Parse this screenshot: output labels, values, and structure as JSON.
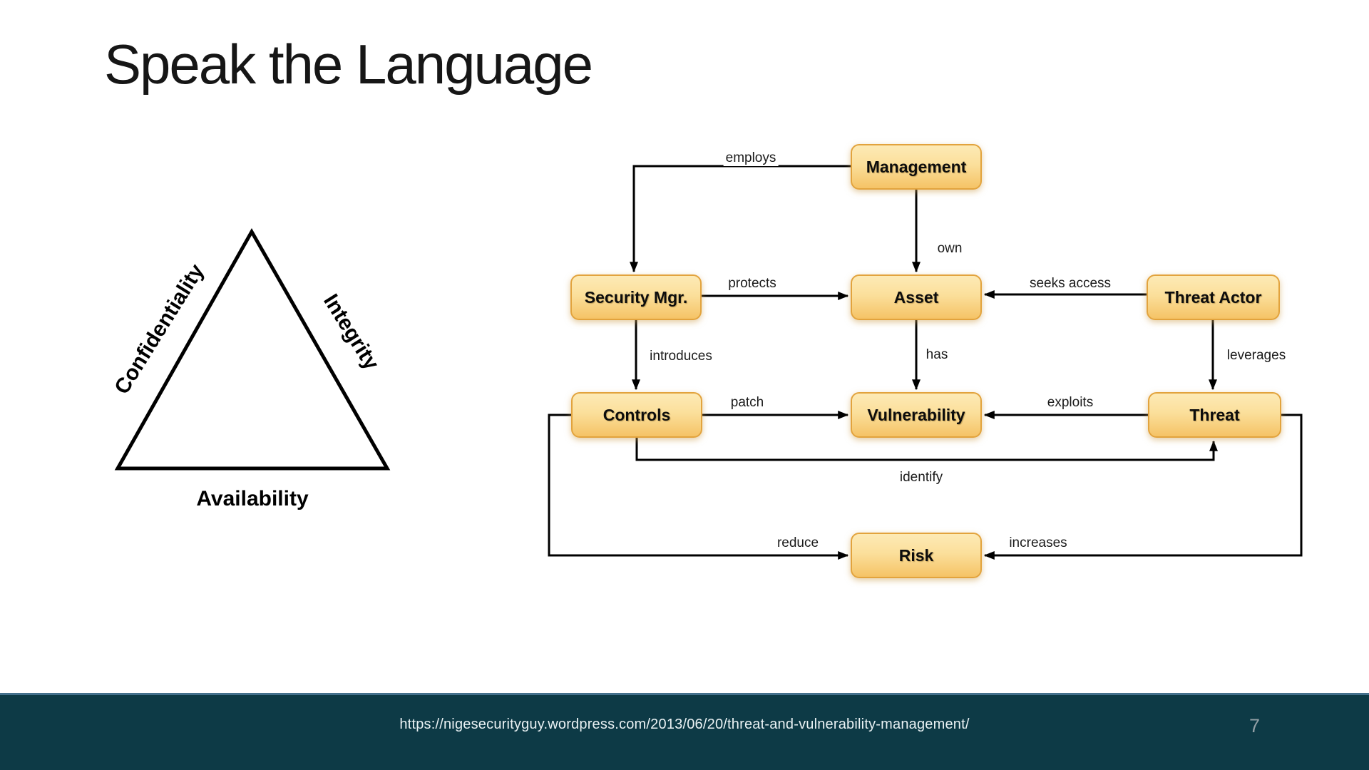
{
  "slide": {
    "title": "Speak the Language"
  },
  "cia_triangle": {
    "left_label": "Confidentiality",
    "right_label": "Integrity",
    "bottom_label": "Availability"
  },
  "diagram": {
    "nodes": [
      {
        "id": "management",
        "label": "Management"
      },
      {
        "id": "security-mgr",
        "label": "Security Mgr."
      },
      {
        "id": "asset",
        "label": "Asset"
      },
      {
        "id": "threat-actor",
        "label": "Threat Actor"
      },
      {
        "id": "controls",
        "label": "Controls"
      },
      {
        "id": "vulnerability",
        "label": "Vulnerability"
      },
      {
        "id": "threat",
        "label": "Threat"
      },
      {
        "id": "risk",
        "label": "Risk"
      }
    ],
    "edges": [
      {
        "from": "management",
        "to": "security-mgr",
        "label": "employs"
      },
      {
        "from": "management",
        "to": "asset",
        "label": "own"
      },
      {
        "from": "security-mgr",
        "to": "asset",
        "label": "protects"
      },
      {
        "from": "threat-actor",
        "to": "asset",
        "label": "seeks access"
      },
      {
        "from": "security-mgr",
        "to": "controls",
        "label": "introduces"
      },
      {
        "from": "asset",
        "to": "vulnerability",
        "label": "has"
      },
      {
        "from": "threat-actor",
        "to": "threat",
        "label": "leverages"
      },
      {
        "from": "controls",
        "to": "vulnerability",
        "label": "patch"
      },
      {
        "from": "threat",
        "to": "vulnerability",
        "label": "exploits"
      },
      {
        "from": "controls",
        "to": "threat",
        "label": "identify"
      },
      {
        "from": "controls",
        "to": "risk",
        "label": "reduce"
      },
      {
        "from": "threat",
        "to": "risk",
        "label": "increases"
      }
    ],
    "colors": {
      "box_fill_top": "#fdeab5",
      "box_fill_bottom": "#f5c366",
      "box_border": "#e2a33d",
      "line": "#000000"
    }
  },
  "footer": {
    "url": "https://nigesecurityguy.wordpress.com/2013/06/20/threat-and-vulnerability-management/",
    "page_number": "7",
    "background": "#0d3a46",
    "top_border": "#44708c",
    "page_number_color": "#93a0a6"
  }
}
